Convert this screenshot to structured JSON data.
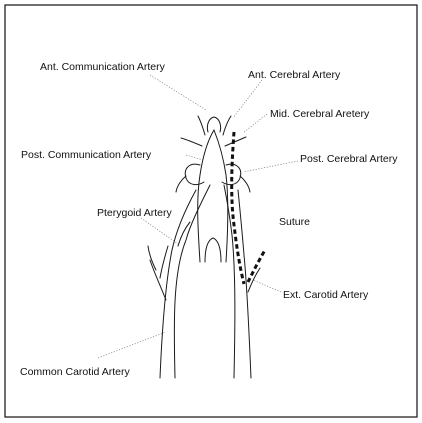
{
  "labels": {
    "ant_communication_artery": "Ant. Communication Artery",
    "ant_cerebral_artery": "Ant. Cerebral Artery",
    "mid_cerebral_artery": "Mid. Cerebral Aretery",
    "post_communication_artery": "Post. Communication Artery",
    "post_cerebral_artery": "Post. Cerebral Artery",
    "pterygoid_artery": "Pterygoid Artery",
    "suture": "Suture",
    "ext_carotid_artery": "Ext. Carotid Artery",
    "common_carotid_artery": "Common Carotid Artery"
  },
  "colors": {
    "line": "#1a1a1a",
    "leader": "#666666",
    "background": "#ffffff"
  }
}
